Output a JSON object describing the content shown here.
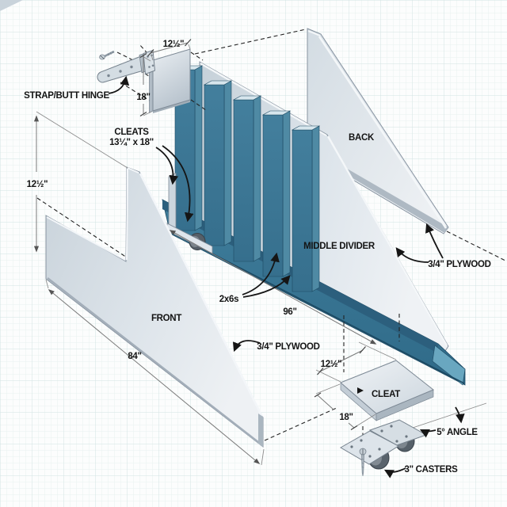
{
  "figure": {
    "type": "exploded-assembly-diagram",
    "subject": "rolling plywood and lumber storage cart on graph paper"
  },
  "colors": {
    "accent_teal": "#3d7b99",
    "teal_dark": "#2c5f7d",
    "panel_gray": "#dbe3ea",
    "hardware_gray": "#d6dee4",
    "line_black": "#141414",
    "dim_gray": "#7a7a7a",
    "grid_minor": "#e8f1f0",
    "grid_major": "#d2e4e2"
  },
  "labels": {
    "strap_hinge": "STRAP/BUTT HINGE",
    "cleats_line1": "CLEATS",
    "cleats_line2": "13¼\" x 18\"",
    "back": "BACK",
    "middle_divider": "MIDDLE DIVIDER",
    "plywood_back": "3/4\" PLYWOOD",
    "plywood_front": "3/4\" PLYWOOD",
    "two_by_sixes": "2x6s",
    "front": "FRONT",
    "cleat": "CLEAT",
    "angle": "5° ANGLE",
    "casters": "3\" CASTERS"
  },
  "dimensions": {
    "top_cleat_width": "12½\"",
    "top_cleat_height": "18\"",
    "front_left_height": "12½\"",
    "base_length": "96\"",
    "front_length": "84\"",
    "bottom_cleat_width": "12½\"",
    "bottom_cleat_length": "18\""
  }
}
